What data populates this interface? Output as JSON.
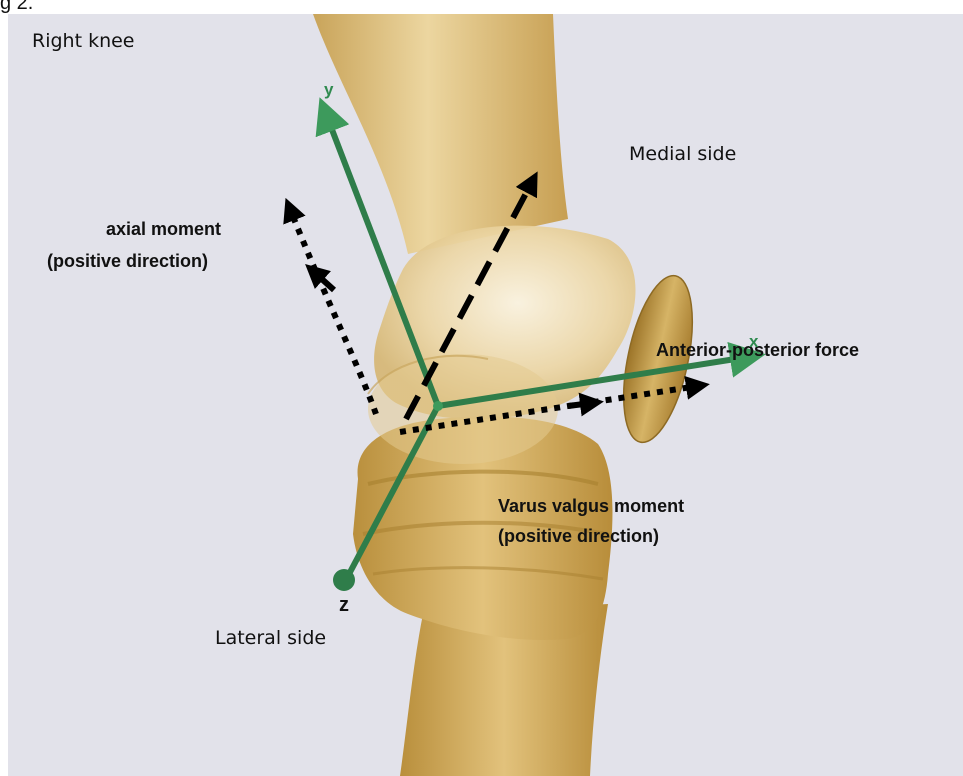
{
  "caption_fragment": "g 2.",
  "labels": {
    "title": "Right knee",
    "medial_side": "Medial side",
    "lateral_side": "Lateral side",
    "axial_moment_line1": "axial moment",
    "axial_moment_line2": "(positive direction)",
    "anterior_posterior_force": "Anterior-posterior force",
    "varus_valgus_line1": "Varus valgus moment",
    "varus_valgus_line2": "(positive direction)"
  },
  "axes": {
    "x": "x",
    "y": "y",
    "z": "z"
  },
  "colors": {
    "background": "#e2e2ea",
    "bone": "#d8b468",
    "bone_light": "#efd9a6",
    "bone_shadow": "#b8913f",
    "axis_green": "#2f7d4a",
    "arrow_black": "#000000"
  }
}
